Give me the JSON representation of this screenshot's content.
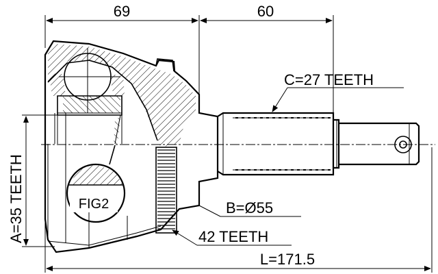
{
  "dimensions": {
    "housing_length": "69",
    "shaft_length": "60",
    "total_length": "L=171.5"
  },
  "callouts": {
    "spline_outer": "C=27 TEETH",
    "spline_inner": "A=35 TEETH",
    "seat_diameter": "B=Ø55",
    "abs_ring": "42 TEETH",
    "detail_ref": "FIG2"
  }
}
